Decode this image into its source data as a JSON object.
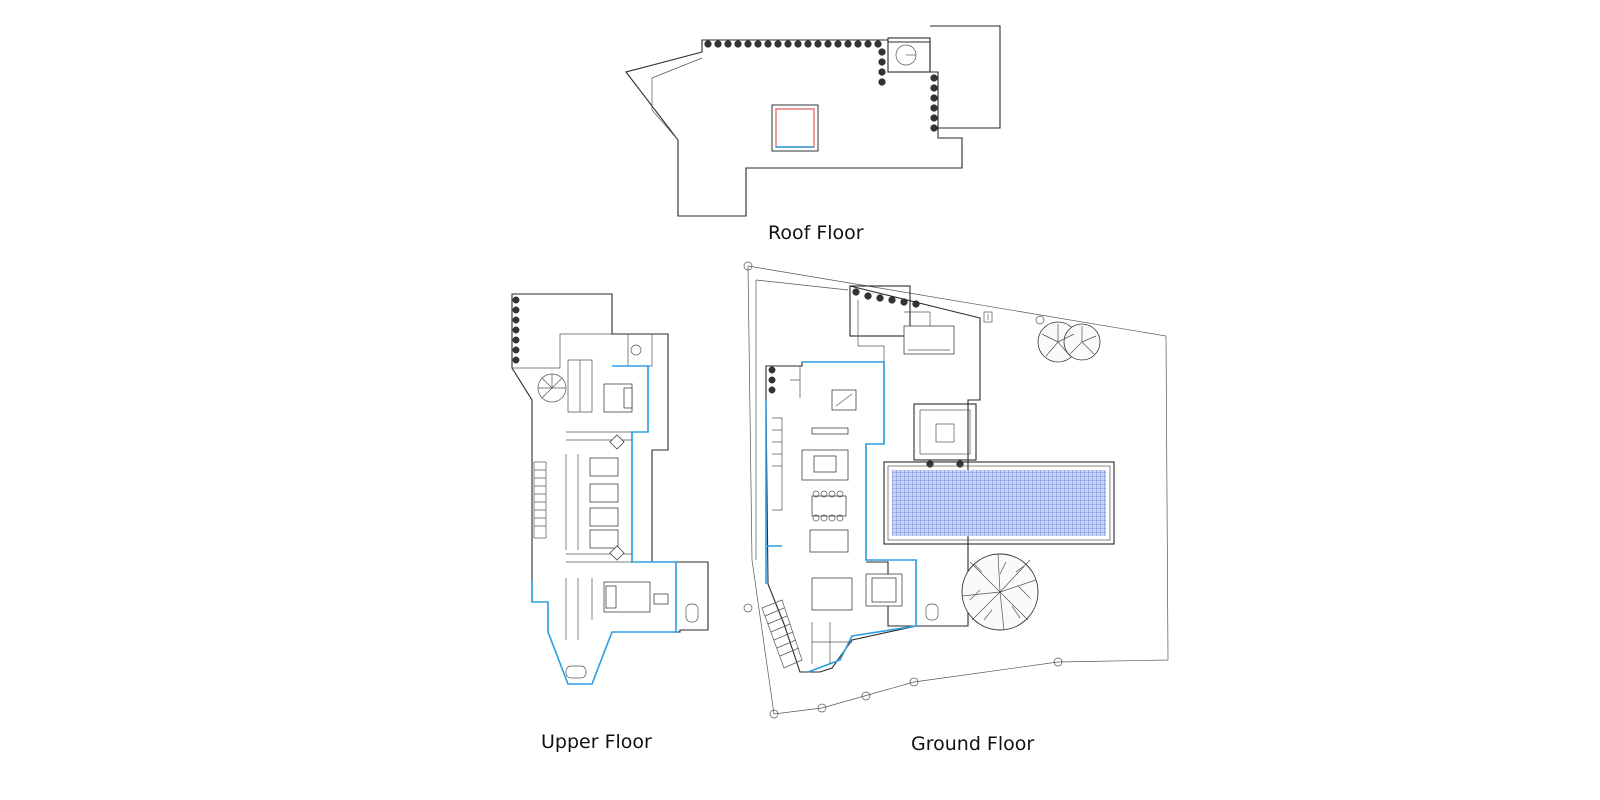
{
  "labels": {
    "roof": "Roof Floor",
    "upper": "Upper Floor",
    "ground": "Ground Floor"
  },
  "colors": {
    "walls": "#2b2b2b",
    "glazing": "#2aa0e0",
    "pool": "#3f5ccf",
    "skylight": "#e07070",
    "background": "#ffffff"
  }
}
